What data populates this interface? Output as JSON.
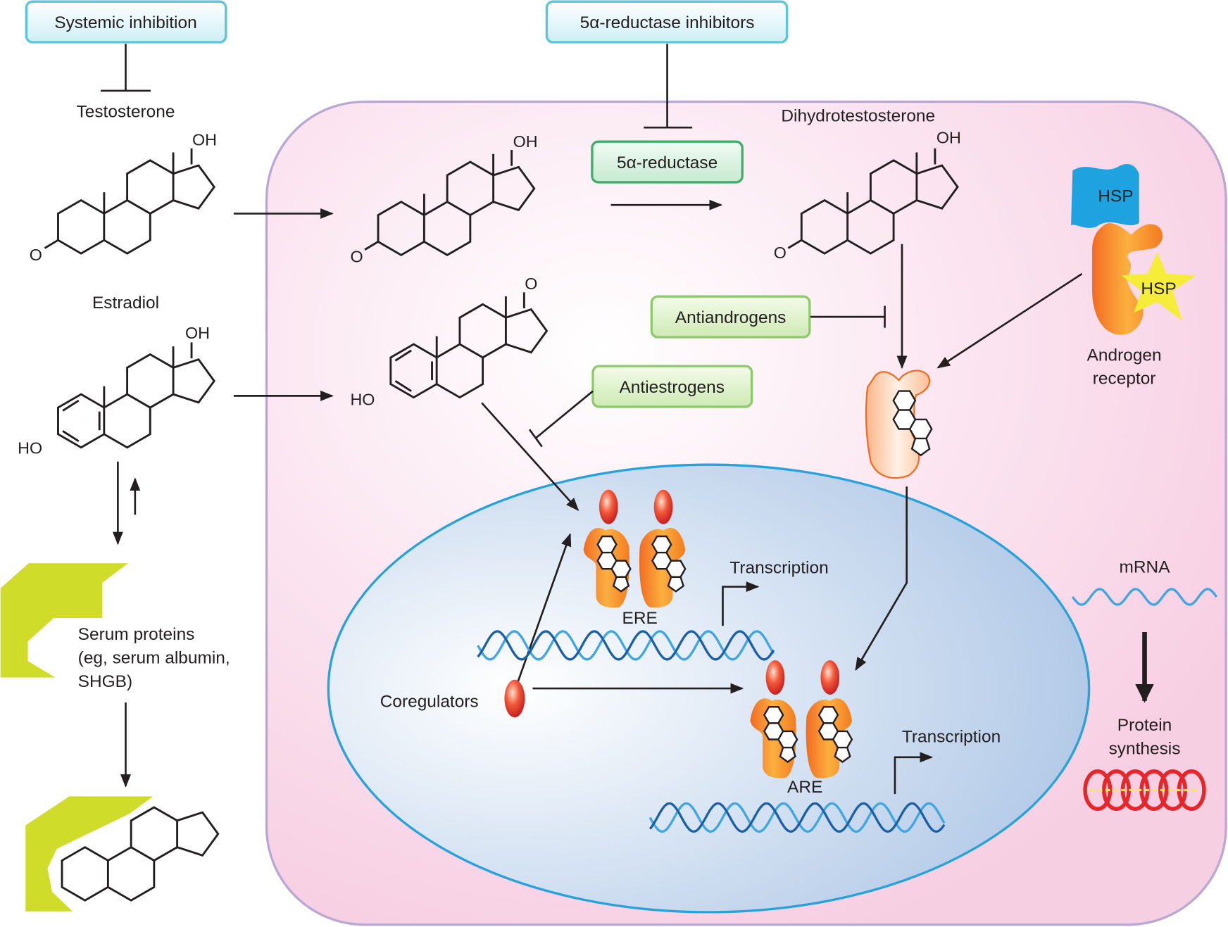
{
  "boxes": {
    "systemic_inhibition": "Systemic inhibition",
    "reductase_inhibitors": "5α-reductase inhibitors",
    "reductase": "5α-reductase",
    "antiandrogens": "Antiandrogens",
    "antiestrogens": "Antiestrogens"
  },
  "labels": {
    "testosterone": "Testosterone",
    "estradiol": "Estradiol",
    "dihydrotestosterone": "Dihydrotestosterone",
    "androgen_receptor": [
      "Androgen",
      "receptor"
    ],
    "serum_proteins": [
      "Serum proteins",
      "(eg, serum albumin,",
      "SHGB)"
    ],
    "coregulators": "Coregulators",
    "transcription_ere": "Transcription",
    "ere": "ERE",
    "transcription_are": "Transcription",
    "are": "ARE",
    "mrna": "mRNA",
    "protein_synthesis": [
      "Protein",
      "synthesis"
    ],
    "hsp_top": "HSP",
    "hsp_star": "HSP"
  },
  "chem": {
    "oh": "OH",
    "o": "O",
    "ho": "HO"
  },
  "colors": {
    "cell_fill": "#f9d4e7",
    "cell_stroke": "#b9a8d4",
    "nucleus_fill": "#b4cce8",
    "nucleus_stroke": "#27a2dc",
    "box_cyan_stroke": "#5cc5d8",
    "box_green_stroke": "#3fae6a",
    "box_lightgreen_stroke": "#8dca6c",
    "receptor_orange": "#f7941d",
    "coregulator_red": "#e8262a",
    "serum_protein": "#cfdc2a",
    "hsp_blue": "#1fa3e0",
    "hsp_yellow": "#f6ec3a",
    "dna_dark": "#1b5fa8",
    "dna_light": "#3ea6e2"
  }
}
